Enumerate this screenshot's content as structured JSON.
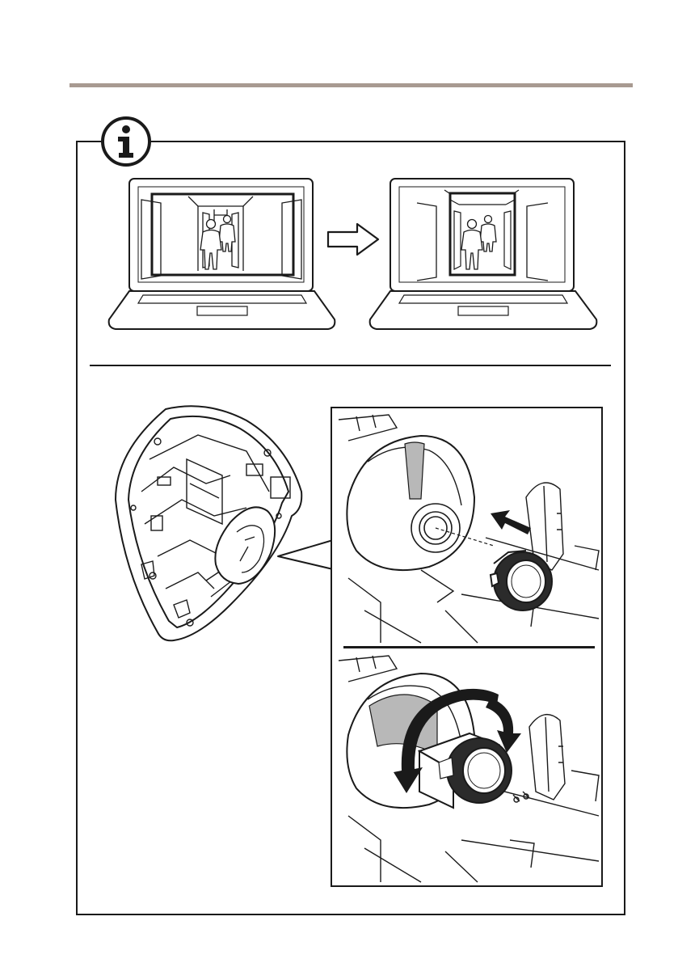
{
  "colors": {
    "header_rule": "#a89a91",
    "line": "#1a1a1a",
    "lens_ring": "#2b2b2b",
    "shade": "#b8b8b8"
  },
  "icons": {
    "info": "info-icon",
    "arrow": "arrow-right-icon",
    "insert_arrow": "insert-arrow-icon",
    "rotate_arrow": "rotate-arrow-icon"
  },
  "steps": [
    {
      "illustration": "laptop-view-wide"
    },
    {
      "illustration": "laptop-view-zoomed"
    },
    {
      "illustration": "camera-overview"
    },
    {
      "illustration": "attach-lens-ring"
    },
    {
      "illustration": "rotate-lens-ring"
    }
  ]
}
